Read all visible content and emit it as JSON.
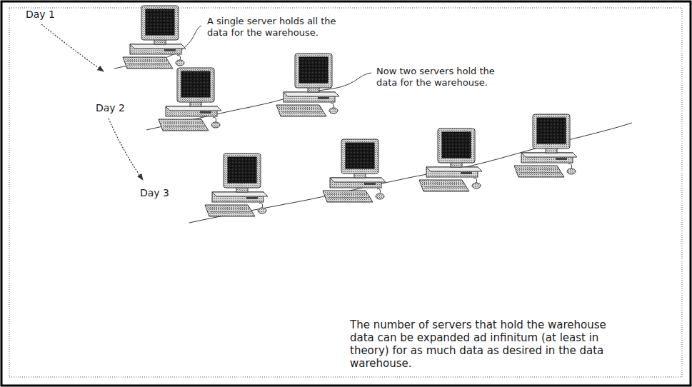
{
  "diagram": {
    "labels": [
      "Day 1",
      "A single server holds all the data for the warehouse.",
      "Day 2",
      "Now two servers hold the data for the warehouse.",
      "Day 3",
      "The number of servers that hold the warehouse data can be expanded ad infinitum (at least in theory) for as much data as desired in the data warehouse."
    ]
  }
}
